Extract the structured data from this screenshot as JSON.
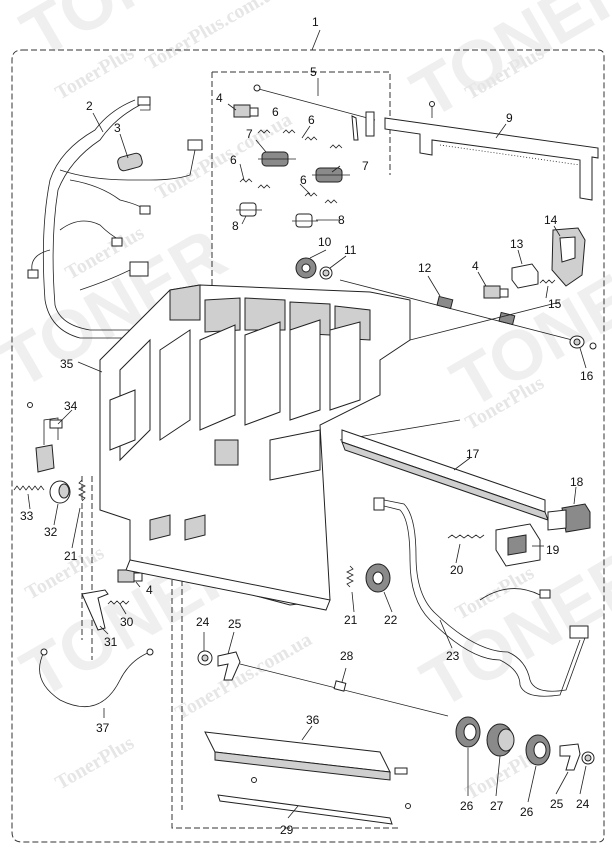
{
  "diagram": {
    "callouts": [
      {
        "id": "c1",
        "text": "1"
      },
      {
        "id": "c2",
        "text": "2"
      },
      {
        "id": "c3",
        "text": "3"
      },
      {
        "id": "c4a",
        "text": "4"
      },
      {
        "id": "c5",
        "text": "5"
      },
      {
        "id": "c6a",
        "text": "6"
      },
      {
        "id": "c6b",
        "text": "6"
      },
      {
        "id": "c6c",
        "text": "6"
      },
      {
        "id": "c6d",
        "text": "6"
      },
      {
        "id": "c7a",
        "text": "7"
      },
      {
        "id": "c7b",
        "text": "7"
      },
      {
        "id": "c8a",
        "text": "8"
      },
      {
        "id": "c8b",
        "text": "8"
      },
      {
        "id": "c9",
        "text": "9"
      },
      {
        "id": "c10",
        "text": "10"
      },
      {
        "id": "c11",
        "text": "11"
      },
      {
        "id": "c12",
        "text": "12"
      },
      {
        "id": "c4b",
        "text": "4"
      },
      {
        "id": "c13",
        "text": "13"
      },
      {
        "id": "c14",
        "text": "14"
      },
      {
        "id": "c15",
        "text": "15"
      },
      {
        "id": "c16",
        "text": "16"
      },
      {
        "id": "c35",
        "text": "35"
      },
      {
        "id": "c34",
        "text": "34"
      },
      {
        "id": "c17",
        "text": "17"
      },
      {
        "id": "c18",
        "text": "18"
      },
      {
        "id": "c33",
        "text": "33"
      },
      {
        "id": "c32",
        "text": "32"
      },
      {
        "id": "c21a",
        "text": "21"
      },
      {
        "id": "c20",
        "text": "20"
      },
      {
        "id": "c19",
        "text": "19"
      },
      {
        "id": "c4c",
        "text": "4"
      },
      {
        "id": "c30",
        "text": "30"
      },
      {
        "id": "c31",
        "text": "31"
      },
      {
        "id": "c21b",
        "text": "21"
      },
      {
        "id": "c22",
        "text": "22"
      },
      {
        "id": "c23",
        "text": "23"
      },
      {
        "id": "c24a",
        "text": "24"
      },
      {
        "id": "c25a",
        "text": "25"
      },
      {
        "id": "c28",
        "text": "28"
      },
      {
        "id": "c37",
        "text": "37"
      },
      {
        "id": "c36",
        "text": "36"
      },
      {
        "id": "c26a",
        "text": "26"
      },
      {
        "id": "c27",
        "text": "27"
      },
      {
        "id": "c26b",
        "text": "26"
      },
      {
        "id": "c25b",
        "text": "25"
      },
      {
        "id": "c24b",
        "text": "24"
      },
      {
        "id": "c29",
        "text": "29"
      }
    ]
  },
  "watermark": {
    "brand": "TonerPlus",
    "domain": "TonerPlus.com.ua",
    "big": "TONER"
  }
}
